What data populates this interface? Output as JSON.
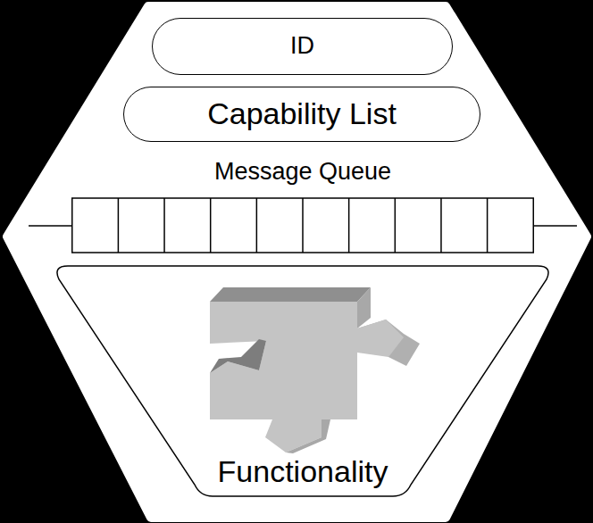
{
  "diagram": {
    "nodes": [
      {
        "text": [
          "ID"
        ]
      },
      {
        "text": [
          "Capability List"
        ]
      },
      {
        "text": [
          "Message Queue"
        ]
      },
      {
        "text": [
          "Functionality"
        ]
      }
    ]
  }
}
